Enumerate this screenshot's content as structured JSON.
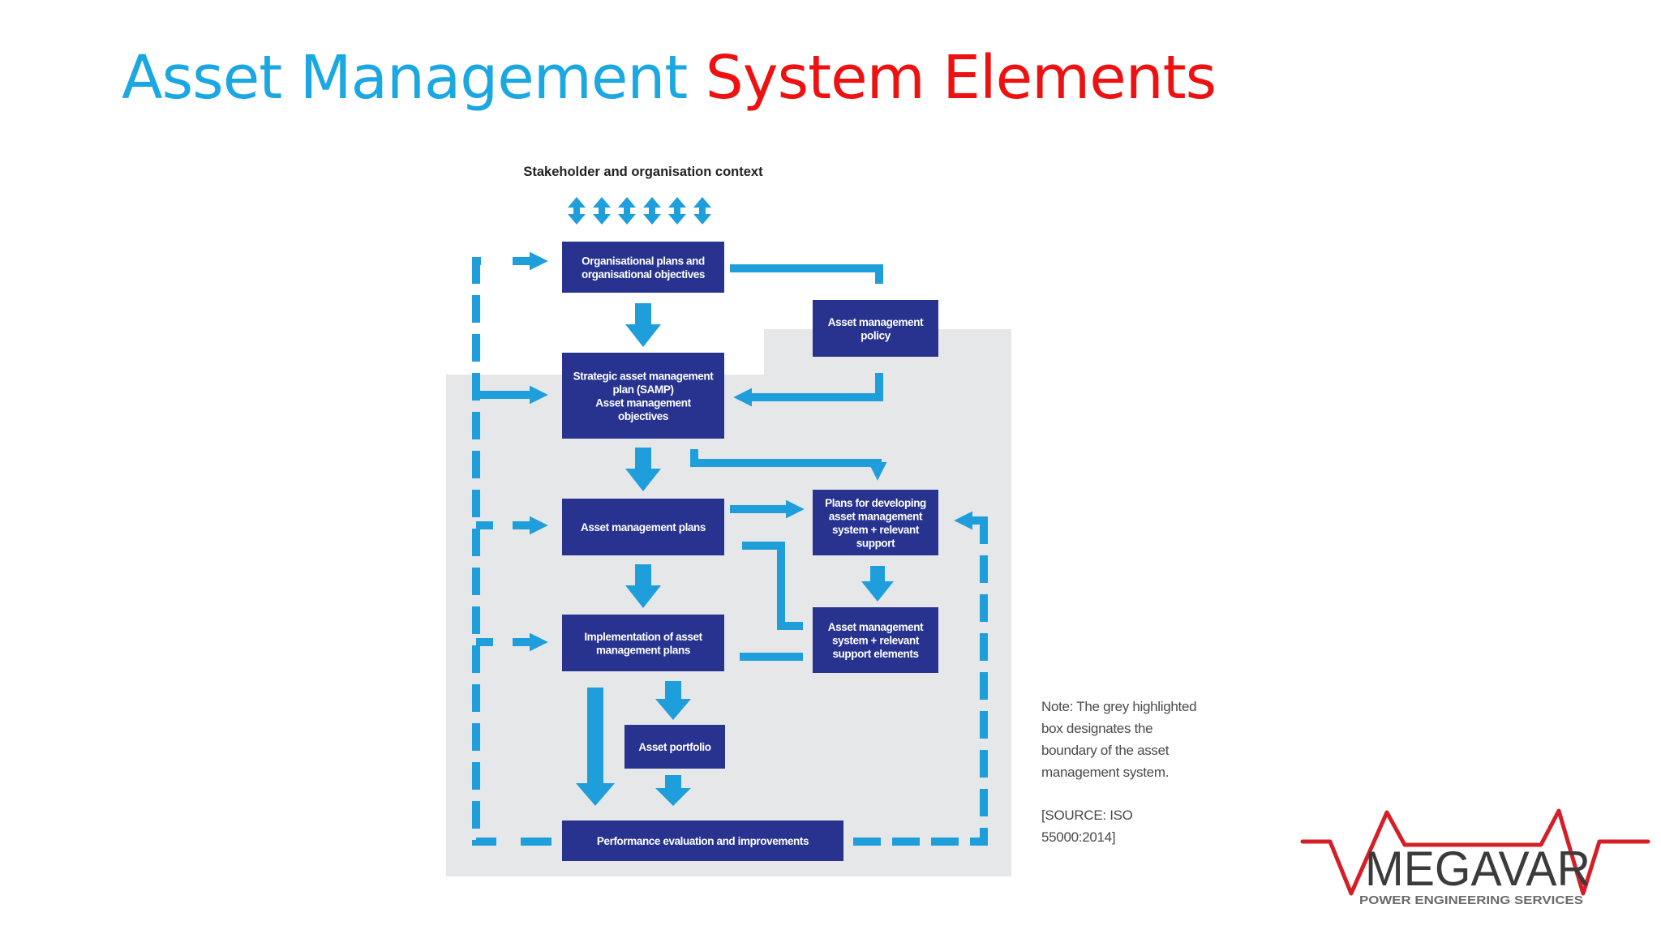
{
  "title": {
    "part1": "Asset Management",
    "part2": "System Elements"
  },
  "diagram": {
    "context_label": "Stakeholder and organisation context",
    "boxes": {
      "org_plans": [
        "Organisational plans and",
        "organisational objectives"
      ],
      "am_policy": [
        "Asset management",
        "policy"
      ],
      "samp": [
        "Strategic asset management",
        "plan (SAMP)",
        "Asset management",
        "objectives"
      ],
      "am_plans": [
        "Asset management plans"
      ],
      "plans_developing": [
        "Plans for developing",
        "asset management",
        "system + relevant",
        "support"
      ],
      "implementation": [
        "Implementation of asset",
        "management plans"
      ],
      "am_system": [
        "Asset management",
        "system + relevant",
        "support elements"
      ],
      "asset_portfolio": [
        "Asset portfolio"
      ],
      "performance": [
        "Performance evaluation and improvements"
      ]
    }
  },
  "note": {
    "text": "Note: The grey highlighted box designates the boundary of the asset management system.",
    "source": "[SOURCE: ISO 55000:2014]"
  },
  "logo": {
    "name": "MEGAVAR",
    "tagline": "POWER ENGINEERING SERVICES"
  },
  "colors": {
    "box": "#27338f",
    "arrow": "#1e9fdc",
    "grey": "#e6e7e9",
    "title_blue": "#1aa7e2",
    "title_red": "#ee1111"
  }
}
